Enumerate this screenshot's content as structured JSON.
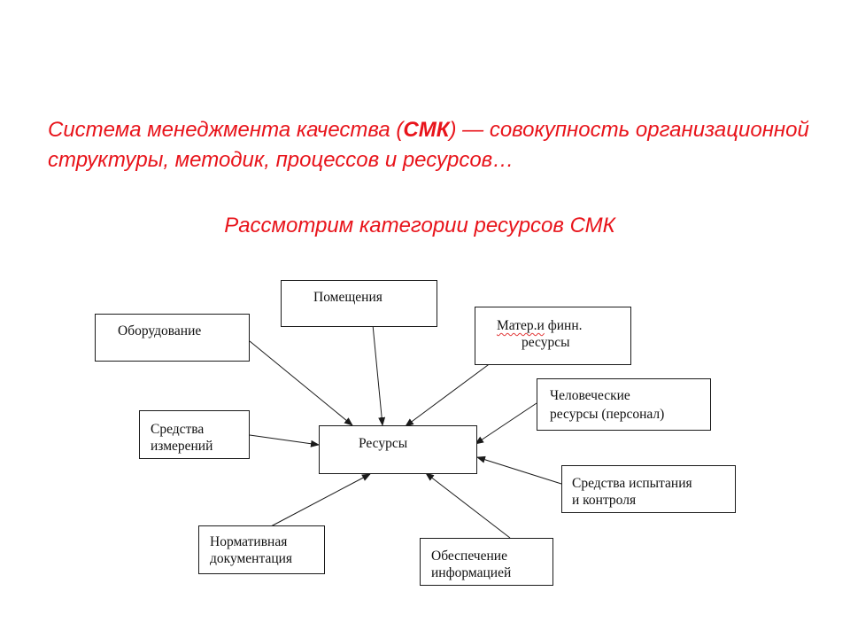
{
  "intro": {
    "part1": "Система менеджмента качества (",
    "abbr": "СМК",
    "part2": ") — совокупность организационной структуры, методик, процессов и ресурсов…"
  },
  "subtitle": "Рассмотрим категории ресурсов СМК",
  "diagram": {
    "center": "Ресурсы",
    "nodes": {
      "premises": "Помещения",
      "equipment": "Оборудование",
      "mat_fin_1": "Матер.и",
      "mat_fin_2": "финн.",
      "mat_fin_3": "ресурсы",
      "human_1": "Человеческие",
      "human_2": "ресурсы (персонал)",
      "measuring_1": "Средства",
      "measuring_2": "измерений",
      "testing_1": "Средства испытания",
      "testing_2": "и контроля",
      "normative_1": "Нормативная",
      "normative_2": "документация",
      "info_1": "Обеспечение",
      "info_2": "информацией"
    }
  }
}
